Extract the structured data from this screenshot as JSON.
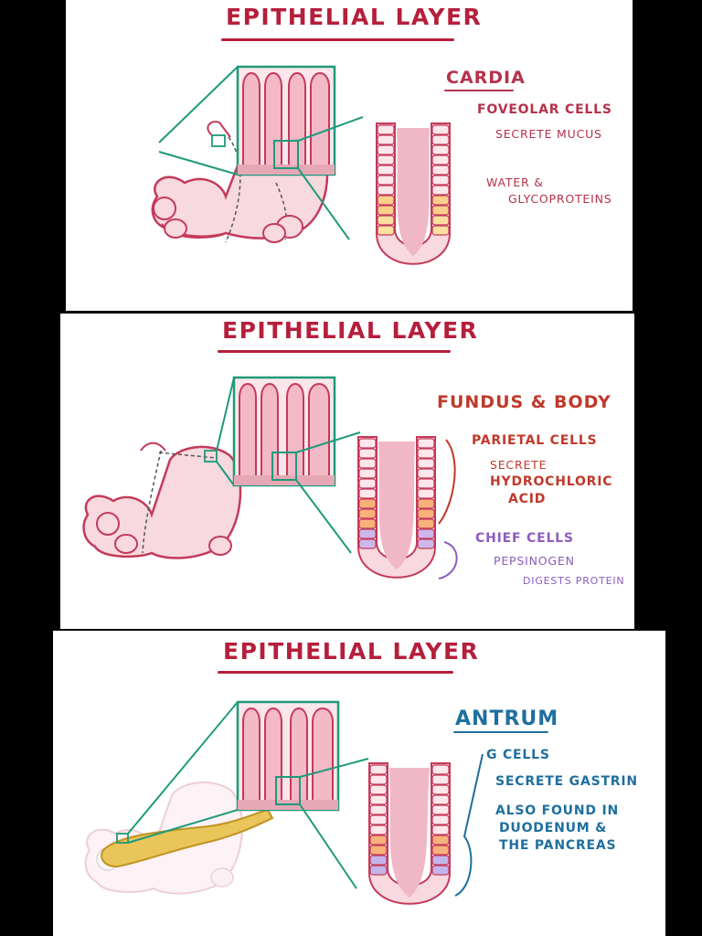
{
  "colors": {
    "title": "#b51f3c",
    "teal": "#1f9a7a",
    "cardia": "#b5324b",
    "fundus": "#c0392b",
    "chief": "#8e5bbd",
    "antrum": "#1f6f9f",
    "tissue": "#f4c9d3",
    "outline": "#c43a5a"
  },
  "panel1": {
    "title": "Epithelial layer",
    "region": "Cardia",
    "notes": [
      "Foveolar cells",
      "Secrete mucus",
      "Water &",
      "Glycoproteins"
    ]
  },
  "panel2": {
    "title": "Epithelial layer",
    "region": "Fundus & Body",
    "notes": [
      "Parietal cells",
      "Secrete",
      "Hydrochloric",
      "Acid",
      "Chief cells",
      "Pepsinogen",
      "Digests protein"
    ]
  },
  "panel3": {
    "title": "Epithelial layer",
    "region": "Antrum",
    "notes": [
      "G cells",
      "Secrete gastrin",
      "Also found in",
      "duodenum &",
      "the pancreas"
    ]
  }
}
